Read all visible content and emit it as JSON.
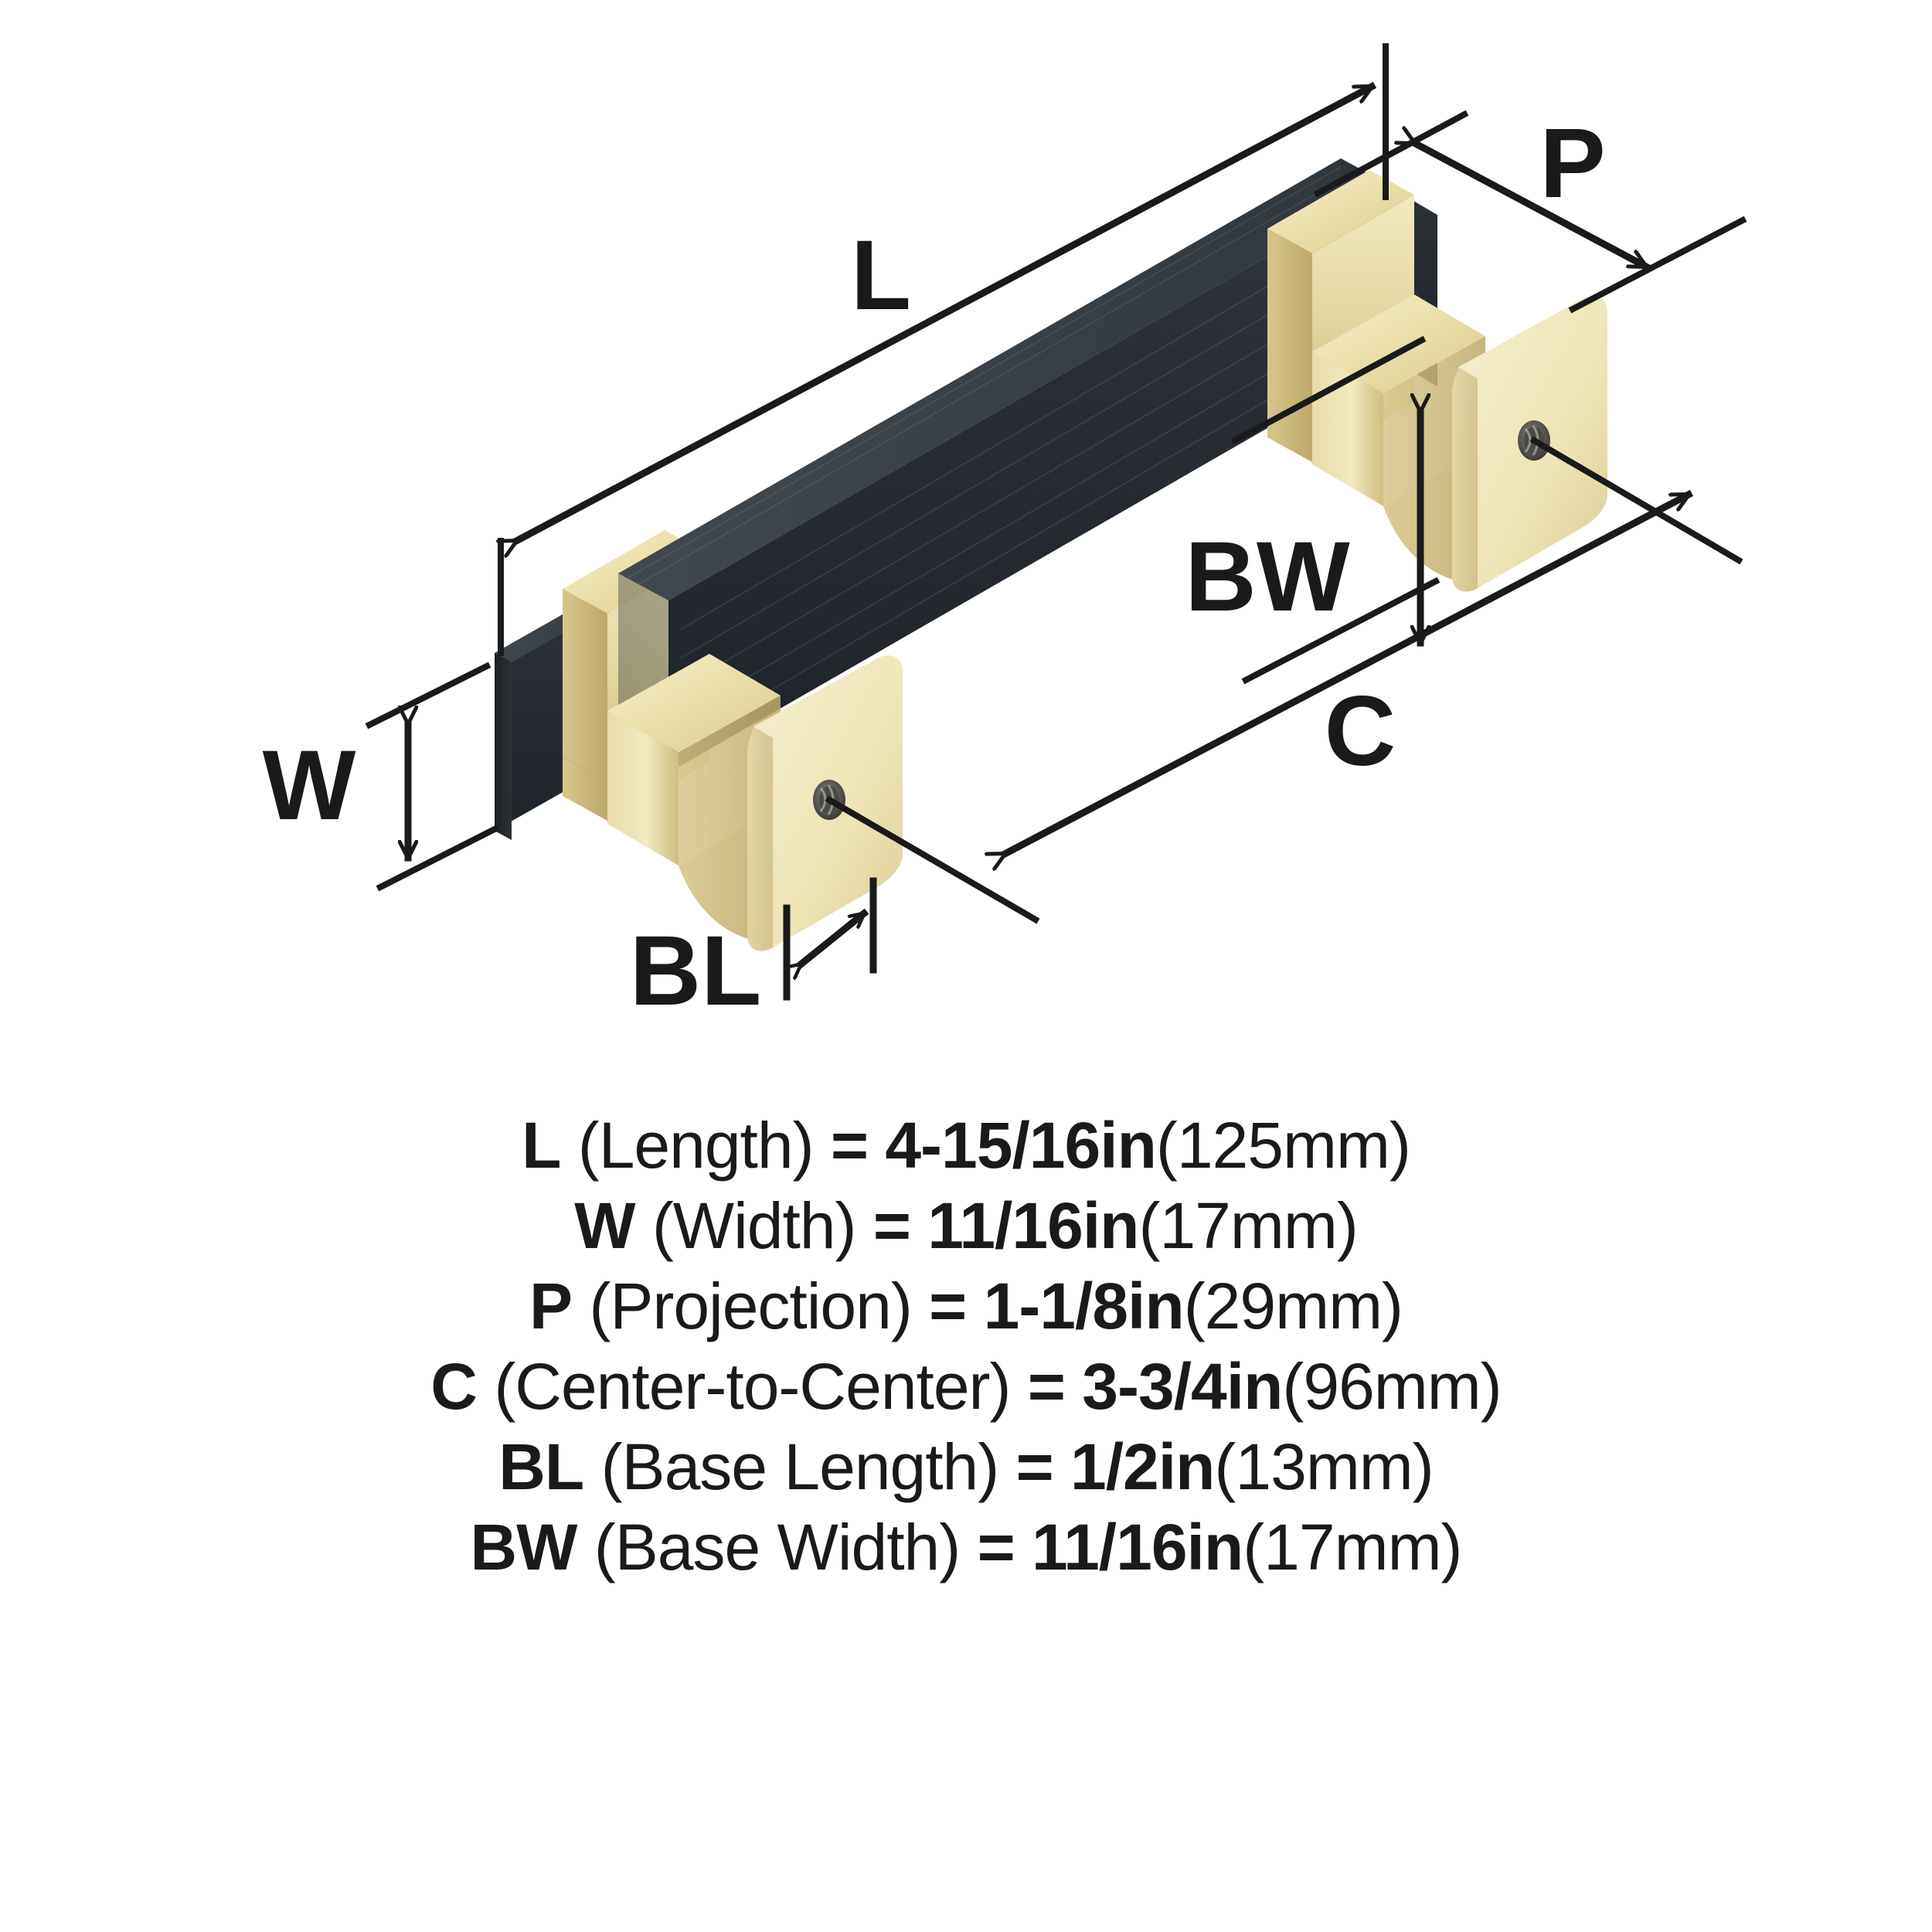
{
  "product": {
    "type": "cabinet-bar-pull",
    "finish_bar": "matte black",
    "finish_posts": "brushed brass / golden champagne",
    "colors": {
      "bar_front": "#262b30",
      "bar_top": "#323a40",
      "bar_end": "#1d2226",
      "brass_light": "#f4ecc4",
      "brass_mid": "#e6daa4",
      "brass_dark": "#cbb978",
      "brass_shadow": "#b8a463",
      "line": "#1a1a1a",
      "background": "#ffffff"
    }
  },
  "diagram": {
    "callouts": [
      {
        "key": "L",
        "label": "L"
      },
      {
        "key": "W",
        "label": "W"
      },
      {
        "key": "P",
        "label": "P"
      },
      {
        "key": "C",
        "label": "C"
      },
      {
        "key": "BL",
        "label": "BL"
      },
      {
        "key": "BW",
        "label": "BW"
      }
    ]
  },
  "specs": [
    {
      "symbol": "L",
      "name": "(Length)",
      "equals": "=",
      "value": "4-15/16in",
      "metric": "(125mm)"
    },
    {
      "symbol": "W",
      "name": "(Width)",
      "equals": "=",
      "value": "11/16in",
      "metric": "(17mm)"
    },
    {
      "symbol": "P",
      "name": "(Projection)",
      "equals": "=",
      "value": "1-1/8in",
      "metric": "(29mm)"
    },
    {
      "symbol": "C",
      "name": "(Center-to-Center)",
      "equals": "=",
      "value": "3-3/4in",
      "metric": "(96mm)"
    },
    {
      "symbol": "BL",
      "name": "(Base Length)",
      "equals": "=",
      "value": "1/2in",
      "metric": "(13mm)"
    },
    {
      "symbol": "BW",
      "name": "(Base Width)",
      "equals": "=",
      "value": "11/16in",
      "metric": "(17mm)"
    }
  ]
}
